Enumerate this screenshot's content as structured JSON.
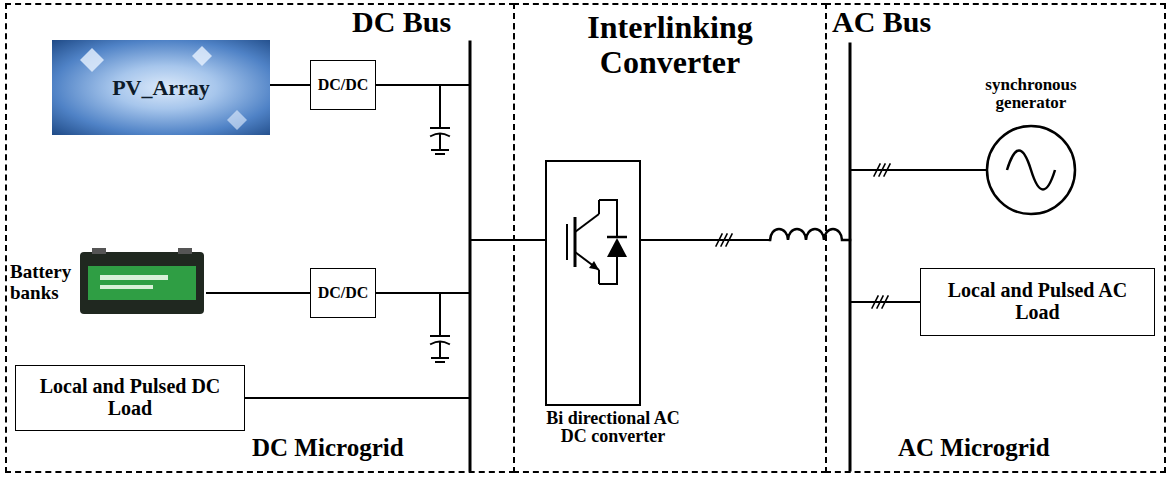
{
  "diagram": {
    "nodes": [
      {
        "text": [
          "DC Bus",
          "DC Microgrid"
        ]
      },
      {
        "text": [
          "Interlinking Converter"
        ]
      },
      {
        "text": [
          "AC Bus",
          "AC Microgrid"
        ]
      },
      {
        "text": [
          "PV_Array"
        ],
        "in": 0
      },
      {
        "text": [
          "DC/DC"
        ],
        "in": 0
      },
      {
        "text": [
          "Battery banks"
        ],
        "in": 0
      },
      {
        "text": [
          "DC/DC"
        ],
        "in": 0
      },
      {
        "text": [
          "Local and Pulsed DC Load"
        ],
        "in": 0
      },
      {
        "text": [
          "Bi directional AC DC converter"
        ],
        "in": 1
      },
      {
        "text": [
          "synchronous generator"
        ],
        "in": 2
      },
      {
        "text": [
          "Local and Pulsed AC Load"
        ],
        "in": 2
      }
    ],
    "edges": [
      {
        "from": 3,
        "to": 4,
        "arrow": "none"
      },
      {
        "from": 5,
        "to": 6,
        "arrow": "none"
      }
    ]
  }
}
